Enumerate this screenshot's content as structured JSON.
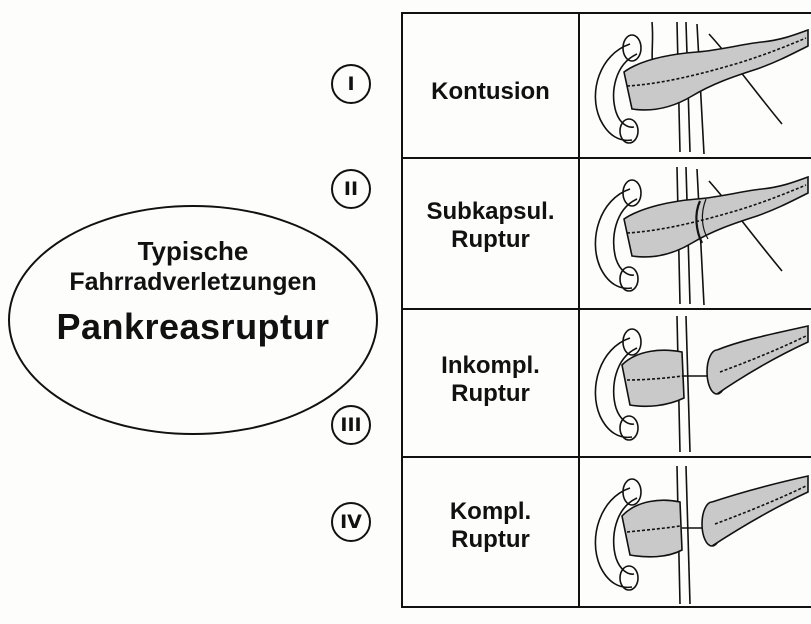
{
  "title": {
    "line1": "Typische",
    "line2": "Fahrradverletzungen",
    "line3": "Pankreasruptur"
  },
  "rows": [
    {
      "numeral": "I",
      "label_line1": "Kontusion",
      "label_line2": "",
      "illustration": "pancreas-contusion"
    },
    {
      "numeral": "II",
      "label_line1": "Subkapsul.",
      "label_line2": "Ruptur",
      "illustration": "pancreas-subcapsular-rupture"
    },
    {
      "numeral": "III",
      "label_line1": "Inkompl.",
      "label_line2": "Ruptur",
      "illustration": "pancreas-incomplete-rupture"
    },
    {
      "numeral": "IV",
      "label_line1": "Kompl.",
      "label_line2": "Ruptur",
      "illustration": "pancreas-complete-rupture"
    }
  ],
  "colors": {
    "ink": "#111111",
    "paper": "#fdfdfb",
    "shade": "#c9c9c9"
  }
}
